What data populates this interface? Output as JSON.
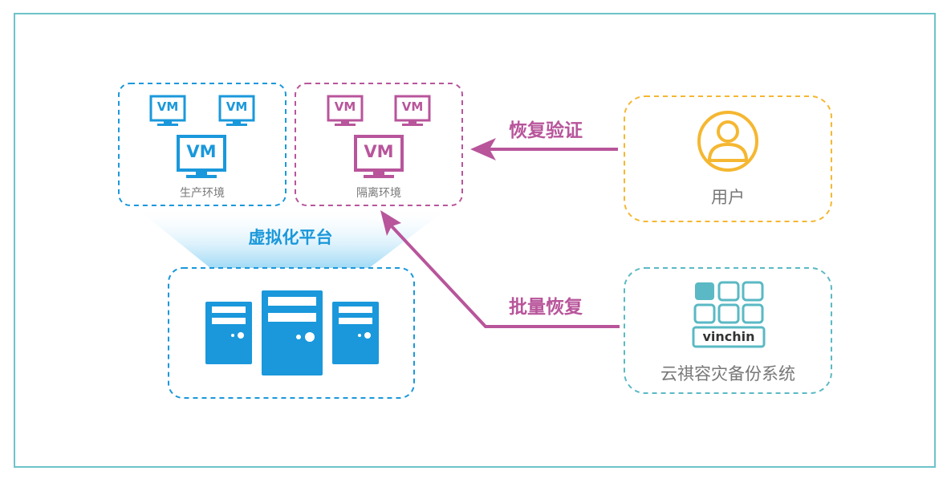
{
  "colors": {
    "frame": "#6cc4c9",
    "blue": "#1a98db",
    "purple": "#b8559b",
    "orange": "#f5b731",
    "teal": "#5ab9c4",
    "label_gray": "#777777",
    "platform_text": "#1a98db"
  },
  "production": {
    "label": "生产环境",
    "vm_label": "VM"
  },
  "isolation": {
    "label": "隔离环境",
    "vm_label": "VM"
  },
  "platform": {
    "label": "虚拟化平台"
  },
  "user": {
    "label": "用户",
    "icon": "user-icon"
  },
  "backup": {
    "label": "云祺容灾备份系统",
    "logo_text": "vinchin",
    "icon": "vinchin-logo"
  },
  "arrows": {
    "verify_label": "恢复验证",
    "restore_label": "批量恢复"
  }
}
